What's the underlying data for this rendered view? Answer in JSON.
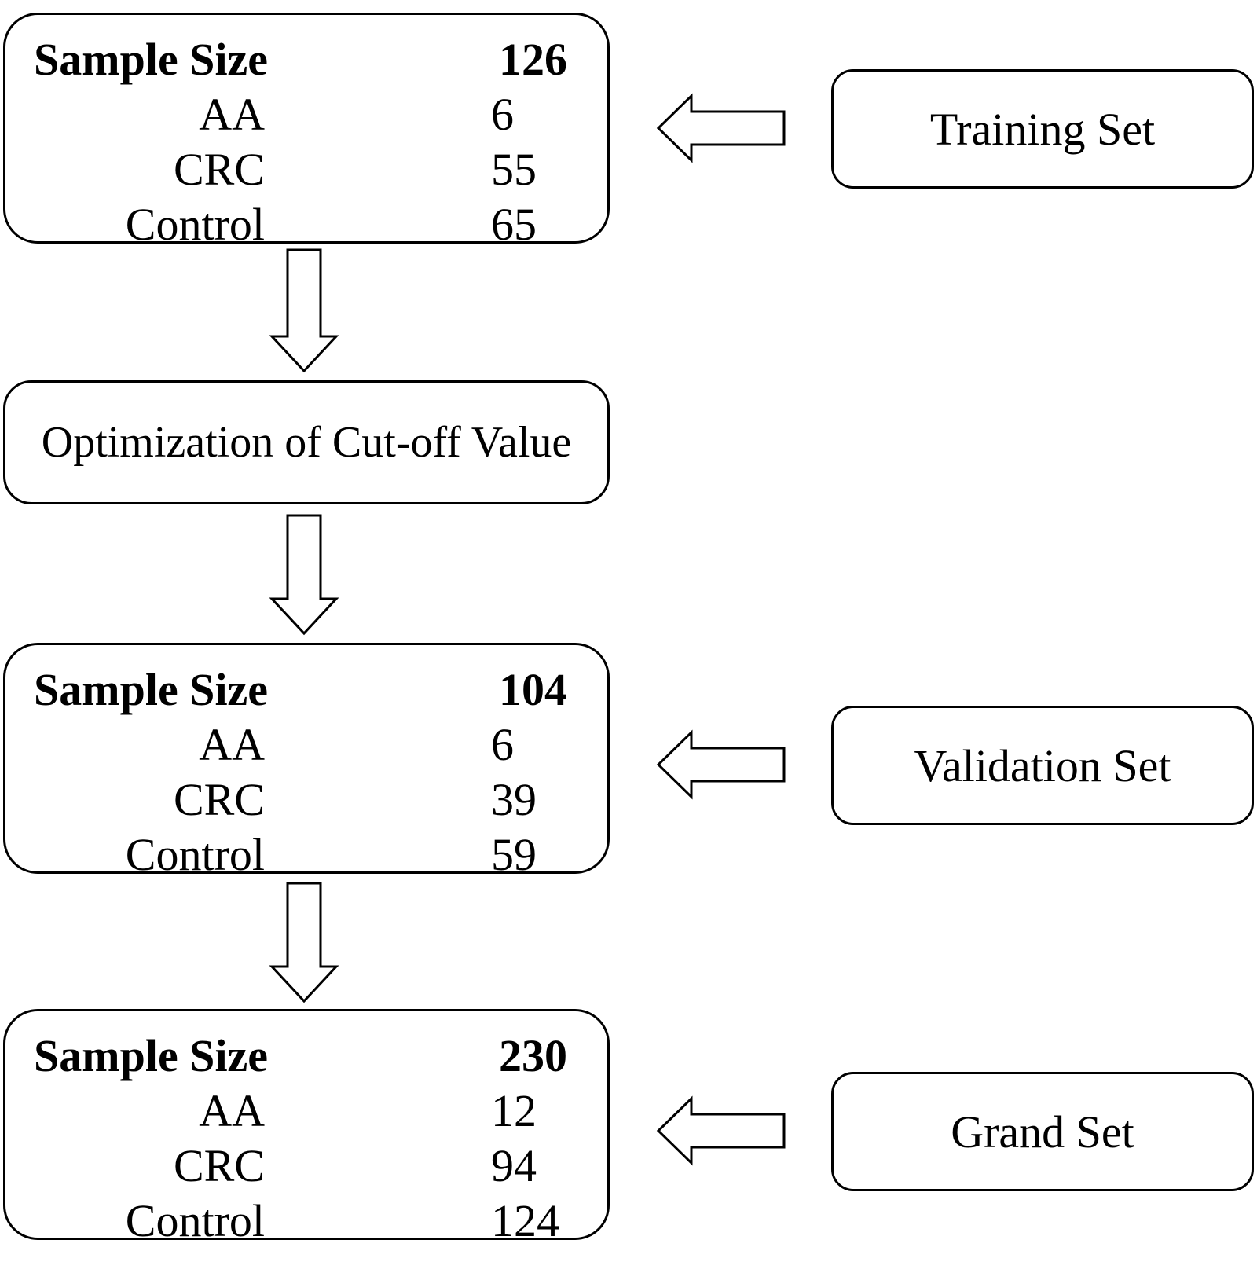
{
  "stat_boxes": [
    {
      "header_label": "Sample Size",
      "header_value": "126",
      "rows": [
        {
          "label": "AA",
          "value": "6"
        },
        {
          "label": "CRC",
          "value": "55"
        },
        {
          "label": "Control",
          "value": "65"
        }
      ]
    },
    {
      "header_label": "Sample Size",
      "header_value": "104",
      "rows": [
        {
          "label": "AA",
          "value": "6"
        },
        {
          "label": "CRC",
          "value": "39"
        },
        {
          "label": "Control",
          "value": "59"
        }
      ]
    },
    {
      "header_label": "Sample Size",
      "header_value": "230",
      "rows": [
        {
          "label": "AA",
          "value": "12"
        },
        {
          "label": "CRC",
          "value": "94"
        },
        {
          "label": "Control",
          "value": "124"
        }
      ]
    }
  ],
  "process_step": "Optimization of Cut-off Value",
  "set_labels": {
    "training": "Training Set",
    "validation": "Validation Set",
    "grand": "Grand Set"
  }
}
